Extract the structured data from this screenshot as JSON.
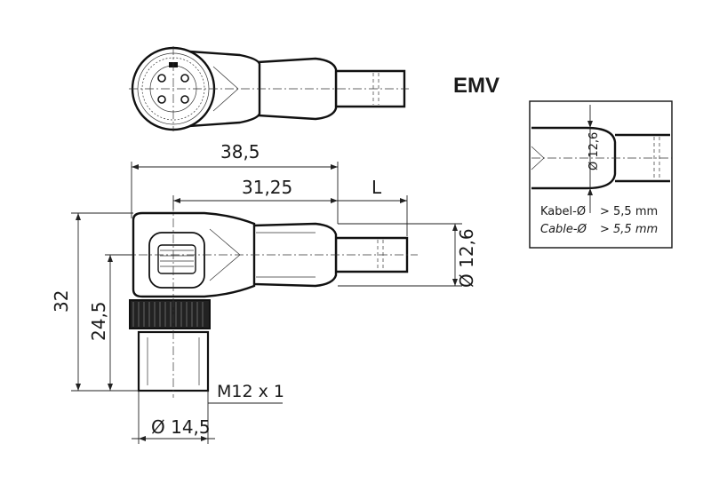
{
  "title": "EMV",
  "dimensions": {
    "overall_length": "38,5",
    "inner_length": "31,25",
    "cable_length": "L",
    "cable_diameter": "Ø 12,6",
    "height_total": "32",
    "height_inner": "24,5",
    "thread": "M12 x 1",
    "nut_diameter": "Ø 14,5"
  },
  "detail": {
    "diameter": "Ø 12,6",
    "kabel_label": "Kabel-Ø",
    "kabel_value": "> 5,5 mm",
    "cable_label": "Cable-Ø",
    "cable_value": "> 5,5 mm"
  },
  "colors": {
    "line": "#111111",
    "text": "#1a1a1a",
    "background": "#ffffff"
  }
}
